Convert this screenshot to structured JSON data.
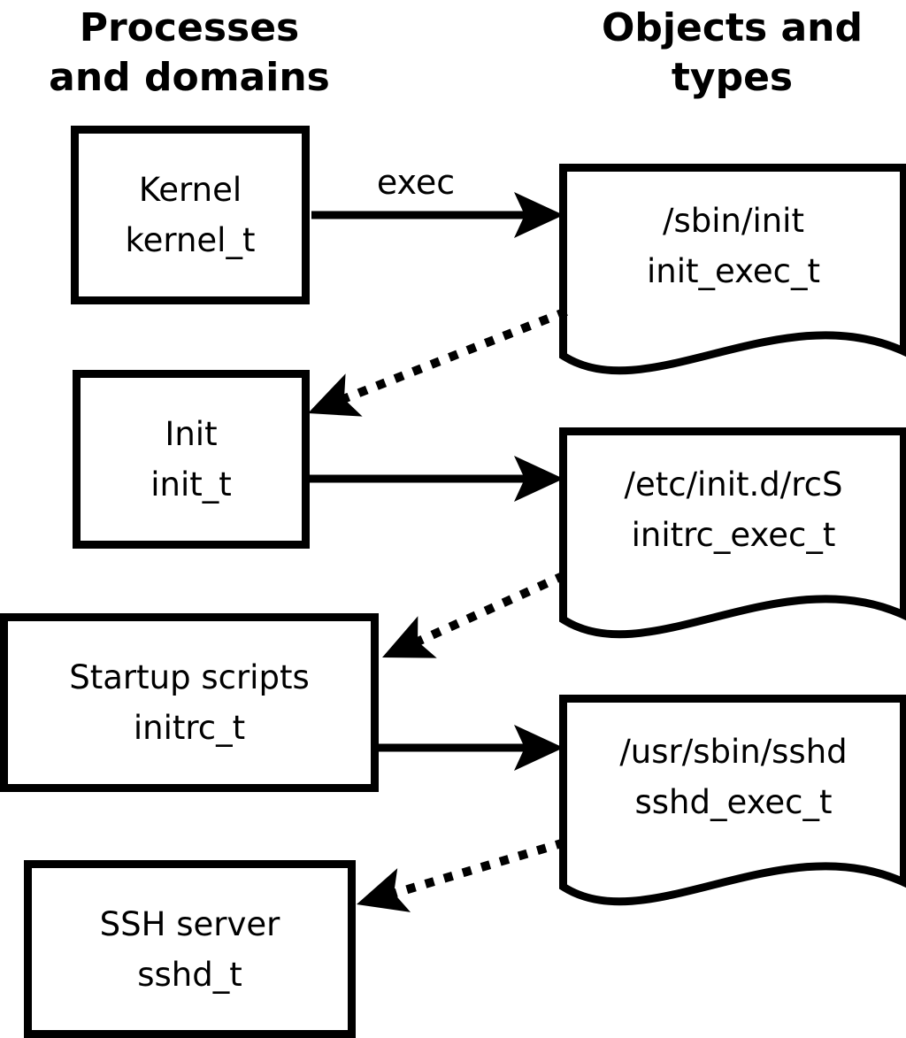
{
  "headers": {
    "left": {
      "line1": "Processes",
      "line2": "and domains"
    },
    "right": {
      "line1": "Objects and",
      "line2": "types"
    }
  },
  "processes": [
    {
      "id": "kernel",
      "name": "Kernel",
      "type": "kernel_t"
    },
    {
      "id": "init",
      "name": "Init",
      "type": "init_t"
    },
    {
      "id": "startup",
      "name": "Startup scripts",
      "type": "initrc_t"
    },
    {
      "id": "sshd",
      "name": "SSH server",
      "type": "sshd_t"
    }
  ],
  "objects": [
    {
      "id": "sbin-init",
      "path": "/sbin/init",
      "type": "init_exec_t"
    },
    {
      "id": "etc-initd-rcs",
      "path": "/etc/init.d/rcS",
      "type": "initrc_exec_t"
    },
    {
      "id": "usr-sbin-sshd",
      "path": "/usr/sbin/sshd",
      "type": "sshd_exec_t"
    }
  ],
  "edges": {
    "exec_label": "exec",
    "solid": [
      {
        "from": "kernel",
        "to": "sbin-init",
        "label": "exec"
      },
      {
        "from": "init",
        "to": "etc-initd-rcs"
      },
      {
        "from": "startup",
        "to": "usr-sbin-sshd"
      }
    ],
    "dotted": [
      {
        "from": "sbin-init",
        "to": "init"
      },
      {
        "from": "etc-initd-rcs",
        "to": "startup"
      },
      {
        "from": "usr-sbin-sshd",
        "to": "sshd"
      }
    ]
  },
  "colors": {
    "ink": "#000000",
    "paper": "#ffffff"
  }
}
